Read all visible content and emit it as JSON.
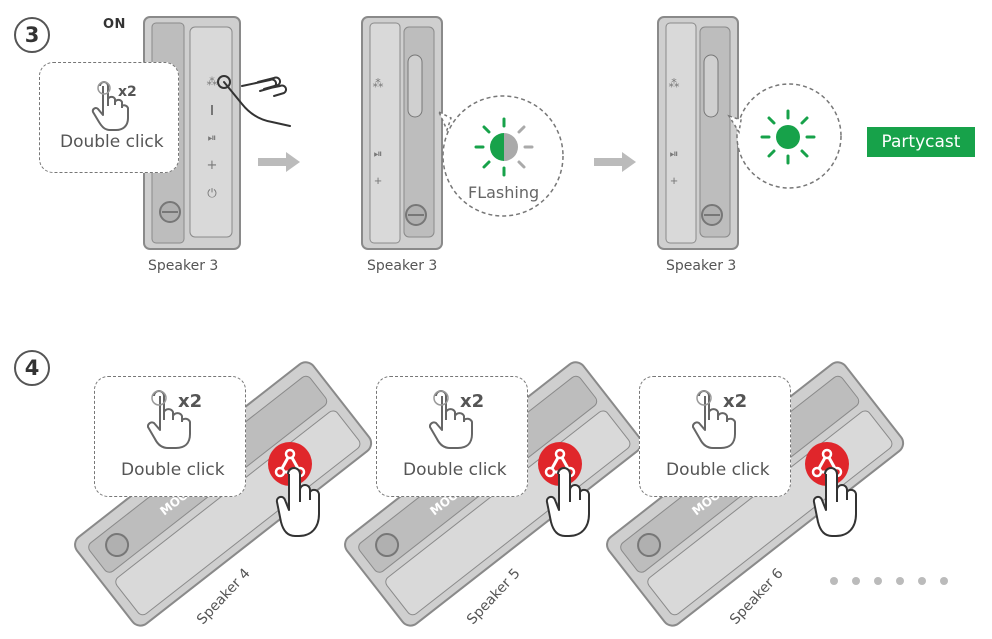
{
  "step3": {
    "badge": "3",
    "on_label": "ON",
    "callout": {
      "multiplier": "x2",
      "action": "Double click"
    },
    "flashing_label": "FLashing",
    "partycast_label": "Partycast",
    "speaker_captions": [
      "Speaker 3",
      "Speaker 3",
      "Speaker 3"
    ],
    "led_color": "#17a24a",
    "partycast_color": "#17a24a"
  },
  "step4": {
    "badge": "4",
    "callouts": [
      {
        "multiplier": "x2",
        "action": "Double click",
        "speaker": "Speaker 4"
      },
      {
        "multiplier": "x2",
        "action": "Double click",
        "speaker": "Speaker 5"
      },
      {
        "multiplier": "x2",
        "action": "Double click",
        "speaker": "Speaker 6"
      }
    ],
    "party_button_color": "#e0262b"
  },
  "icons": {
    "hand": "pointing-hand-icon",
    "party_button": "party-connect-icon",
    "led": "led-light-icon",
    "arrow": "right-arrow-icon",
    "continue": "more-dots-icon"
  }
}
